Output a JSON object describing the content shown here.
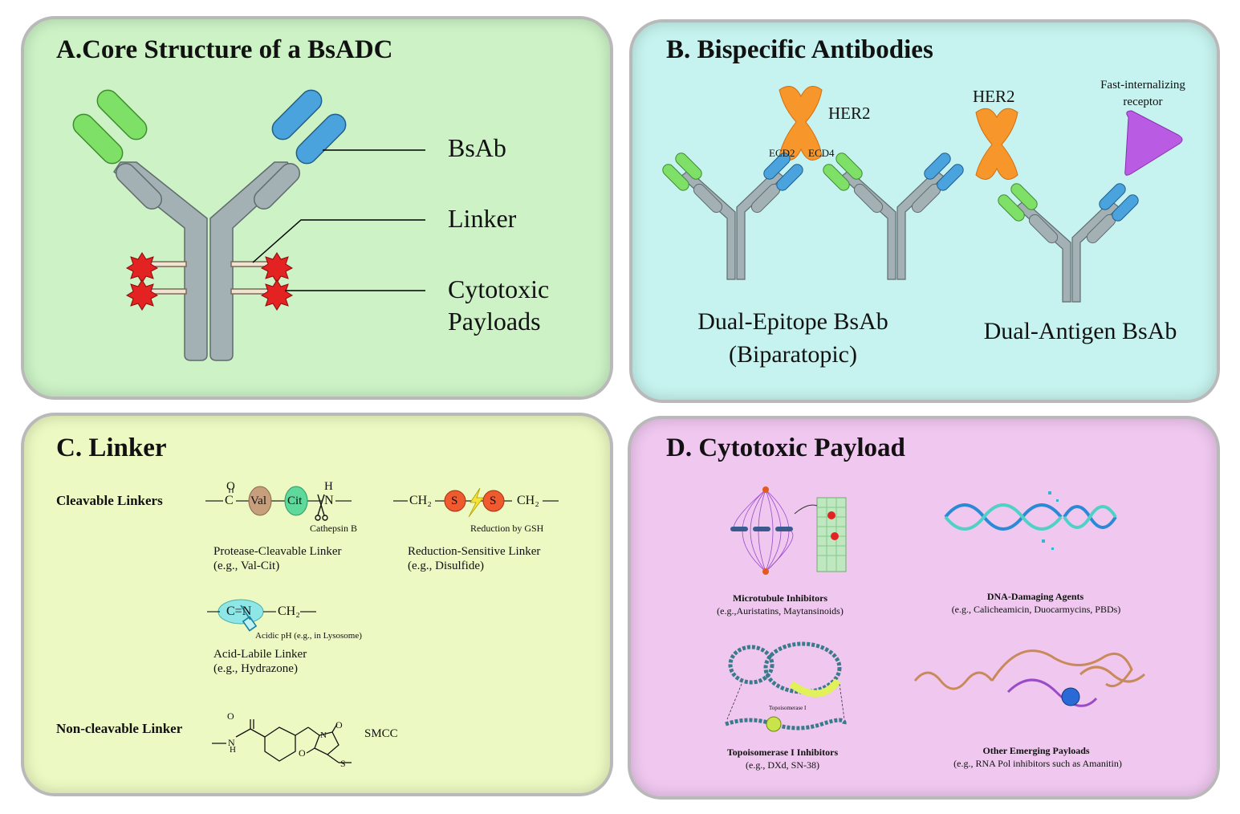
{
  "panelA": {
    "title": "A.Core Structure of a BsADC",
    "labels": {
      "bsab": "BsAb",
      "linker": "Linker",
      "payload_line1": "Cytotoxic",
      "payload_line2": "Payloads"
    }
  },
  "panelB": {
    "title": "B. Bispecific Antibodies",
    "her2_left": "HER2",
    "ecd2": "ECD2",
    "ecd4": "ECD4",
    "her2_right": "HER2",
    "receptor_line1": "Fast-internalizing",
    "receptor_line2": "receptor",
    "dual_epitope_line1": "Dual-Epitope BsAb",
    "dual_epitope_line2": "(Biparatopic)",
    "dual_antigen": "Dual-Antigen BsAb"
  },
  "panelC": {
    "title": "C. Linker",
    "cleavable_label": "Cleavable Linkers",
    "noncleavable_label": "Non-cleavable Linker",
    "protease": {
      "o": "O",
      "c": "C",
      "val": "Val",
      "cit": "Cit",
      "h": "H",
      "n": "N",
      "enzyme": "Cathepsin B",
      "name": "Protease-Cleavable Linker",
      "example": "(e.g., Val-Cit)"
    },
    "reduction": {
      "ch2_left": "CH₂",
      "s1": "S",
      "s2": "S",
      "ch2_right": "CH₂",
      "trigger": "Reduction by GSH",
      "name": "Reduction-Sensitive Linker",
      "example": "(e.g., Disulfide)"
    },
    "acid": {
      "cn": "C=N",
      "ch2": "CH₂",
      "trigger": "Acidic pH (e.g., in Lysosome)",
      "name": "Acid-Labile Linker",
      "example": "(e.g., Hydrazone)"
    },
    "smcc": {
      "label": "SMCC",
      "o1": "O",
      "n_nh": "N",
      "h": "H",
      "o2": "O",
      "o3": "O",
      "n_ring": "N",
      "s": "S"
    }
  },
  "panelD": {
    "title": "D. Cytotoxic Payload",
    "microtubule": {
      "name": "Microtubule Inhibitors",
      "example": "(e.g.,Auristatins, Maytansinoids)"
    },
    "dna": {
      "name": "DNA-Damaging Agents",
      "example": "(e.g., Calicheamicin, Duocarmycins, PBDs)"
    },
    "topo": {
      "name": "Topoisomerase I Inhibitors",
      "example": "(e.g., DXd, SN-38)",
      "enzyme_label": "Topoisomerase I"
    },
    "other": {
      "name": "Other Emerging Payloads",
      "example": "(e.g., RNA Pol inhibitors such as Amanitin)"
    }
  },
  "colors": {
    "panelA_bg": "#ccf2c6",
    "panelB_bg": "#c6f3ef",
    "panelC_bg": "#ecf9c2",
    "panelD_bg": "#efc7ef",
    "antibody_gray": "#a4b1b4",
    "arm_green": "#7fe068",
    "arm_blue": "#4aa3dc",
    "payload_red": "#e32222",
    "her2_orange": "#f7962a",
    "receptor_purple": "#b95be3",
    "val_brown": "#c79f7d",
    "cit_green": "#5fd89b",
    "s_red": "#ef5a2e"
  }
}
